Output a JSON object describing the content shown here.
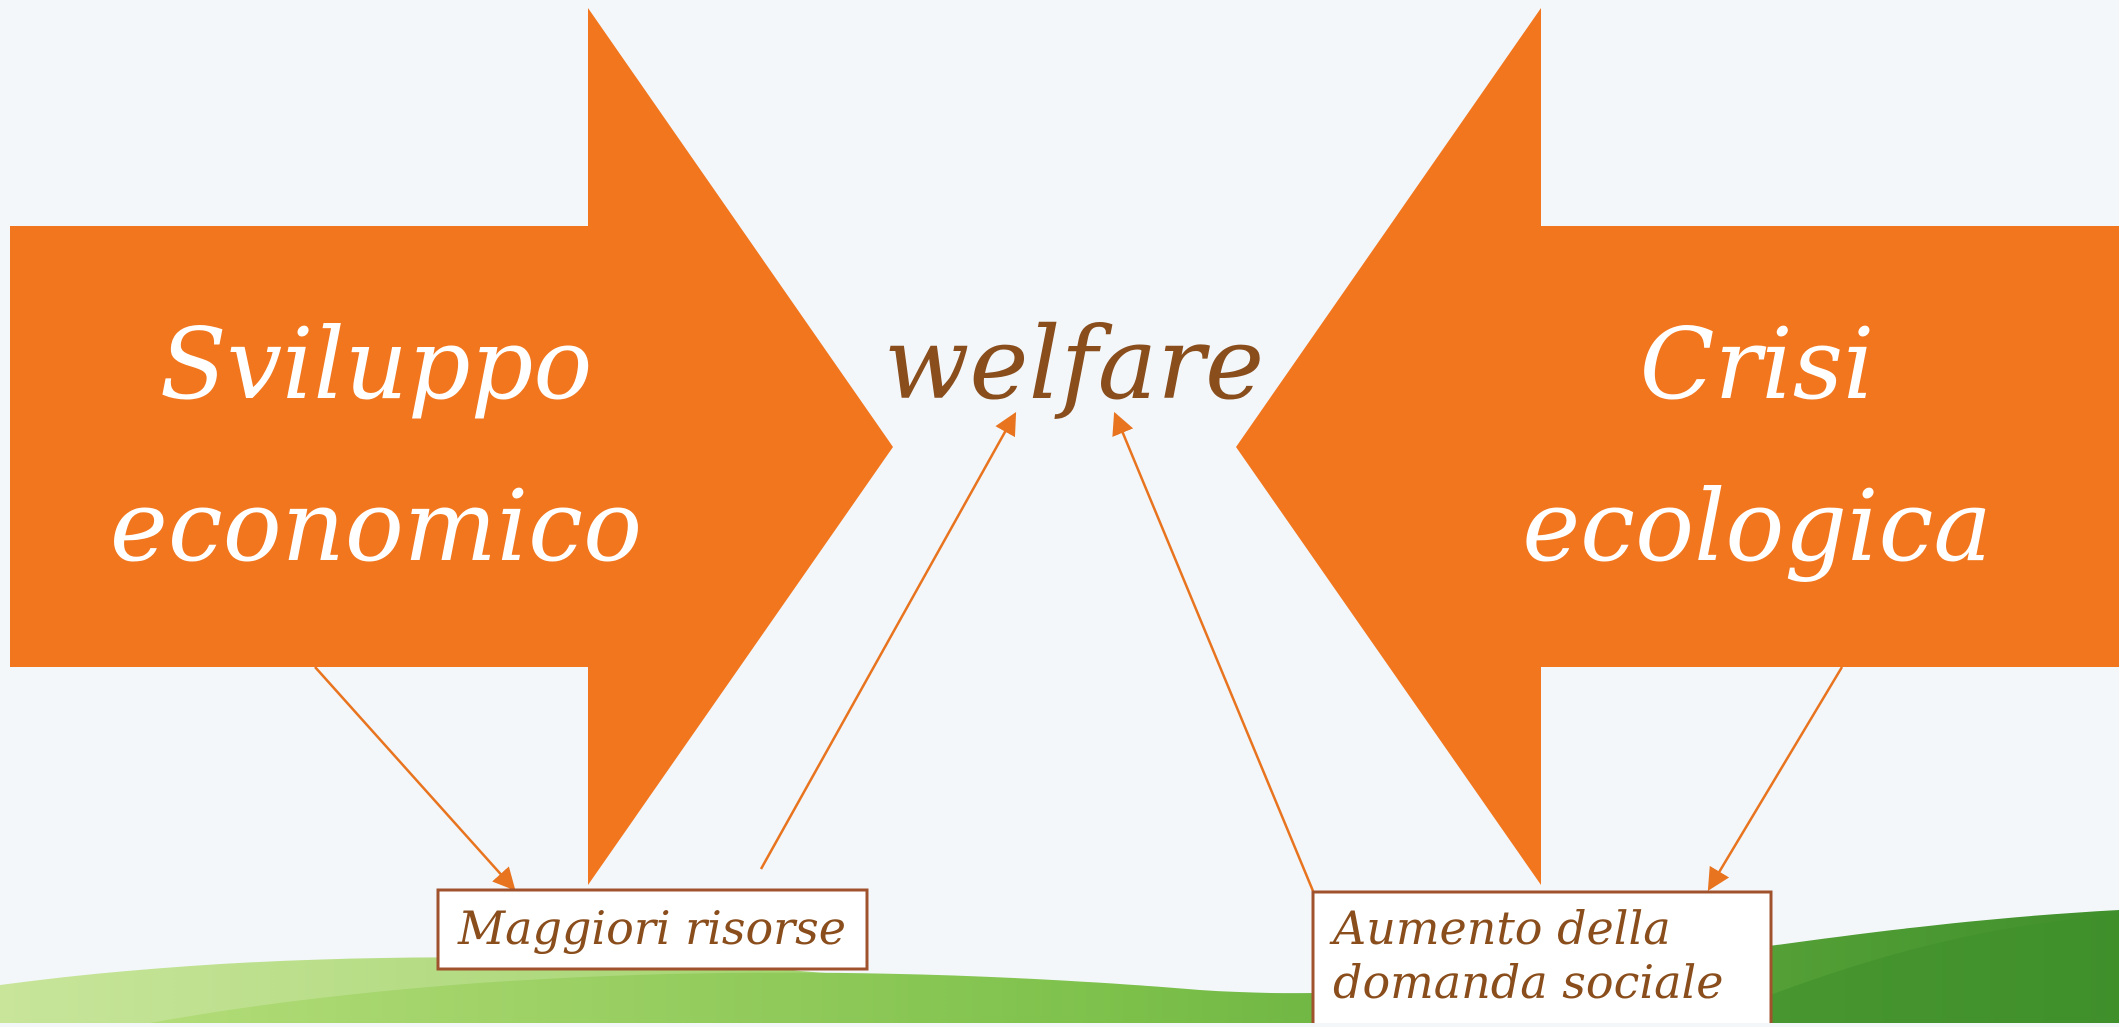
{
  "colors": {
    "background": "#f3f7fa",
    "arrow": "#f2761e",
    "arrow_text": "#ffffff",
    "center_text": "#8a4d1c",
    "box_text": "#8a4d1c",
    "connector": "#e8741f",
    "hill_light": "#a8d66b",
    "hill_mid": "#7cc04a",
    "hill_dark": "#3f8f2c"
  },
  "left_arrow": {
    "line1": "Sviluppo",
    "line2": "economico"
  },
  "right_arrow": {
    "line1": "Crisi",
    "line2": "ecologica"
  },
  "center": {
    "label": "welfare"
  },
  "boxes": {
    "resources": "Maggiori risorse",
    "demand_line1": "Aumento della",
    "demand_line2": "domanda sociale"
  }
}
